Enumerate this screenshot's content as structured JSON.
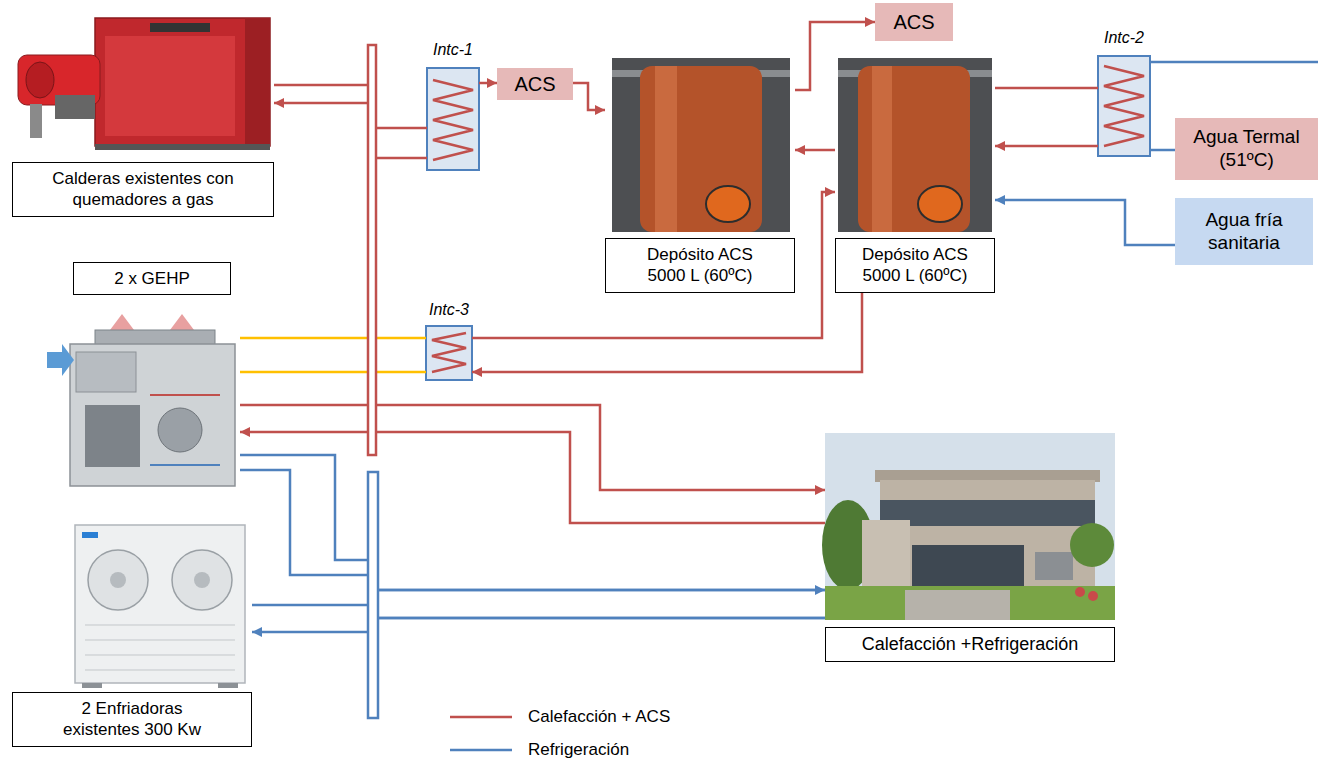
{
  "diagram": {
    "nodes": [
      {
        "text": [
          "Calderas existentes con quemadores a gas"
        ]
      },
      {
        "text": [
          "2 x GEHP"
        ]
      },
      {
        "text": [
          "2 Enfriadoras existentes 300 Kw"
        ]
      },
      {
        "text": [
          "Intc-1"
        ]
      },
      {
        "text": [
          "ACS"
        ]
      },
      {
        "text": [
          "Depósito ACS 5000 L (60ºC)"
        ]
      },
      {
        "text": [
          "ACS"
        ]
      },
      {
        "text": [
          "Depósito ACS 5000 L (60ºC)"
        ]
      },
      {
        "text": [
          "Intc-2"
        ]
      },
      {
        "text": [
          "Agua Termal (51ºC)"
        ]
      },
      {
        "text": [
          "Agua fría sanitaria"
        ]
      },
      {
        "text": [
          "Intc-3"
        ]
      },
      {
        "text": [
          "Calefacción +Refrigeración"
        ]
      }
    ],
    "edges": [
      {
        "from": 0,
        "to": 3,
        "arrow": "none"
      },
      {
        "from": 3,
        "to": 0,
        "arrow": "to"
      },
      {
        "from": 3,
        "to": 4,
        "arrow": "to"
      },
      {
        "from": 4,
        "to": 5,
        "arrow": "to"
      },
      {
        "from": 5,
        "to": 6,
        "arrow": "to"
      },
      {
        "from": 7,
        "to": 5,
        "arrow": "to"
      },
      {
        "from": 9,
        "to": 8,
        "arrow": "none"
      },
      {
        "from": 7,
        "to": 8,
        "arrow": "none"
      },
      {
        "from": 8,
        "to": 7,
        "arrow": "to"
      },
      {
        "from": 10,
        "to": 7,
        "arrow": "to"
      },
      {
        "from": 1,
        "to": 11,
        "arrow": "none"
      },
      {
        "from": 11,
        "to": 1,
        "arrow": "none"
      },
      {
        "from": 11,
        "to": 7,
        "arrow": "to"
      },
      {
        "from": 7,
        "to": 11,
        "arrow": "to"
      },
      {
        "from": 1,
        "to": 12,
        "arrow": "to"
      },
      {
        "from": 12,
        "to": 1,
        "arrow": "to"
      },
      {
        "from": 2,
        "to": 12,
        "arrow": "to"
      },
      {
        "from": 12,
        "to": 2,
        "arrow": "to"
      },
      {
        "from": 1,
        "to": 12,
        "arrow": "none"
      },
      {
        "from": 12,
        "to": 1,
        "arrow": "none"
      }
    ],
    "legend": [
      {
        "text": "Calefacción + ACS"
      },
      {
        "text": "Refrigeración"
      }
    ]
  }
}
